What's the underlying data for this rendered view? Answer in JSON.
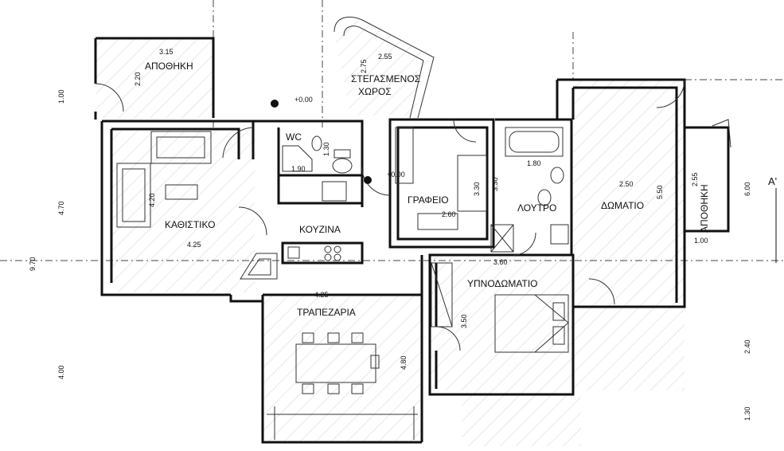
{
  "rooms": {
    "storage_left": "ΑΠΟΘΗΚΗ",
    "covered_space_line1": "ΣΤΕΓΑΣΜΕΝΟΣ",
    "covered_space_line2": "ΧΩΡΟΣ",
    "wc": "WC",
    "living_room": "ΚΑΘΙΣΤΙΚΟ",
    "kitchen": "ΚΟΥΖΙΝΑ",
    "office": "ΓΡΑΦΕΙΟ",
    "bathroom": "ΛΟΥΤΡΟ",
    "room": "ΔΩΜΑΤΙΟ",
    "storage_right": "ΑΠΟΘΗΚΗ",
    "bedroom": "ΥΠΝΟΔΩΜΑΤΙΟ",
    "dining_room": "ΤΡΑΠΕΖΑΡΙΑ"
  },
  "dimensions": {
    "storage_width": "3.15",
    "storage_depth": "2.20",
    "covered_depth": "2.75",
    "covered_width": "2.55",
    "left_top": "1.00",
    "left_mid": "4.70",
    "left_total": "9.70",
    "left_bottom": "4.00",
    "wc_depth": "1.30",
    "wc_width": "1.90",
    "living_depth": "4.20",
    "living_width": "4.25",
    "dining_width": "4.25",
    "dining_depth": "4.80",
    "office_depth": "3.30",
    "office_width": "2.60",
    "bath_width": "1.80",
    "bath_depth": "3.30",
    "bedroom_width": "3.60",
    "bedroom_depth": "3.50",
    "room_width": "2.50",
    "room_depth": "5.50",
    "storage_right_depth": "2.55",
    "storage_right_width": "1.00",
    "right_top": "6.00",
    "right_mid": "2.40",
    "right_bottom": "1.30"
  },
  "levels": {
    "level_1": "+0.00",
    "level_2": "+0.00"
  },
  "section_marker": "A'"
}
